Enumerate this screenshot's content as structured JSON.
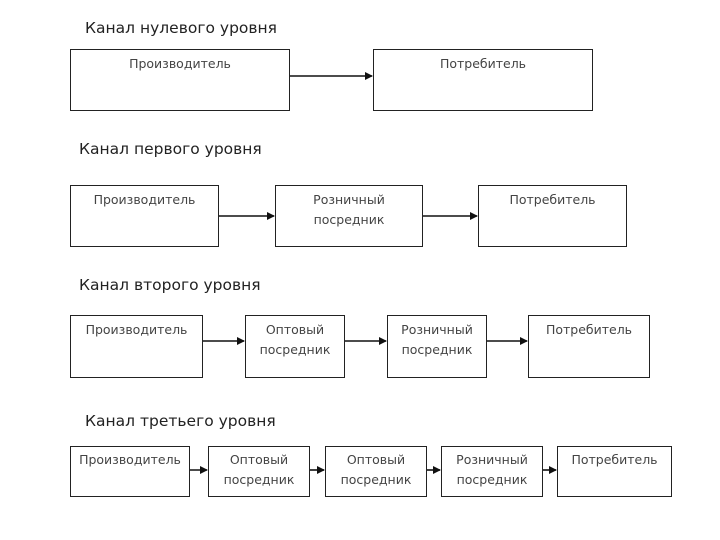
{
  "channels": [
    {
      "title": "Канал нулевого уровня",
      "nodes": [
        "Производитель",
        "Потребитель"
      ]
    },
    {
      "title": "Канал первого уровня",
      "nodes": [
        "Производитель",
        "Розничный\nпосредник",
        "Потребитель"
      ]
    },
    {
      "title": "Канал второго уровня",
      "nodes": [
        "Производитель",
        "Оптовый\nпосредник",
        "Розничный\nпосредник",
        "Потребитель"
      ]
    },
    {
      "title": "Канал третьего уровня",
      "nodes": [
        "Производитель",
        "Оптовый\nпосредник",
        "Оптовый\nпосредник",
        "Розничный\nпосредник",
        "Потребитель"
      ]
    }
  ]
}
